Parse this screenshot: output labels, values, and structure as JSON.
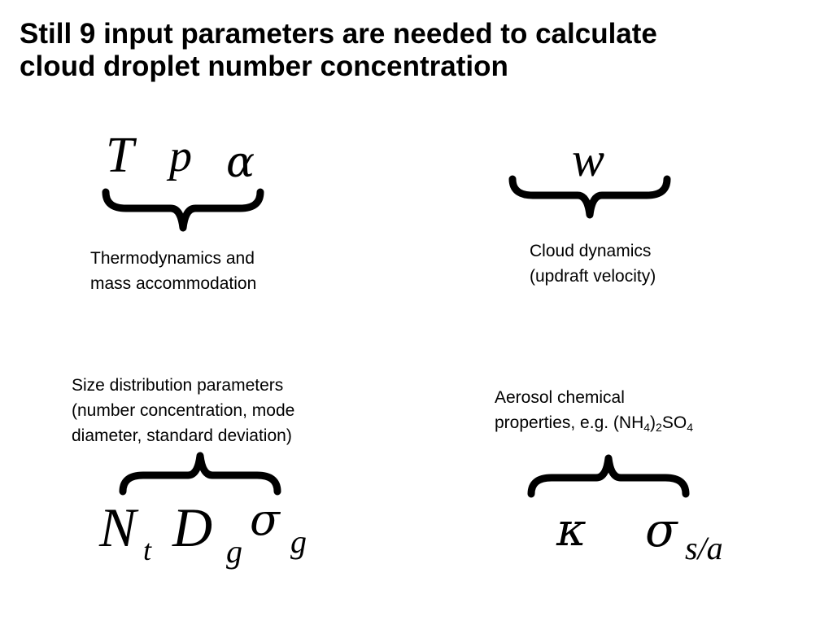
{
  "title": {
    "line1": "Still 9 input parameters are needed to calculate",
    "line2": "cloud droplet number concentration"
  },
  "groups": {
    "thermo": {
      "symbols": [
        "T",
        "p",
        "α"
      ],
      "caption": [
        "Thermodynamics and",
        "mass accommodation"
      ]
    },
    "dynamics": {
      "symbols": [
        "w"
      ],
      "caption": [
        "Cloud dynamics",
        "(updraft velocity)"
      ]
    },
    "size": {
      "symbols": [
        "N",
        "t",
        "D",
        "g",
        "σ",
        "g"
      ],
      "caption": [
        "Size distribution parameters",
        "(number concentration, mode",
        "diameter, standard deviation)"
      ]
    },
    "chem": {
      "symbols": [
        "κ",
        "σ",
        "s/a"
      ],
      "caption_line1": "Aerosol chemical",
      "caption_line2": {
        "prefix": "properties, e.g. (NH",
        "sub1": "4",
        "mid": ")",
        "sub2": "2",
        "mid2": "SO",
        "sub3": "4"
      }
    }
  }
}
